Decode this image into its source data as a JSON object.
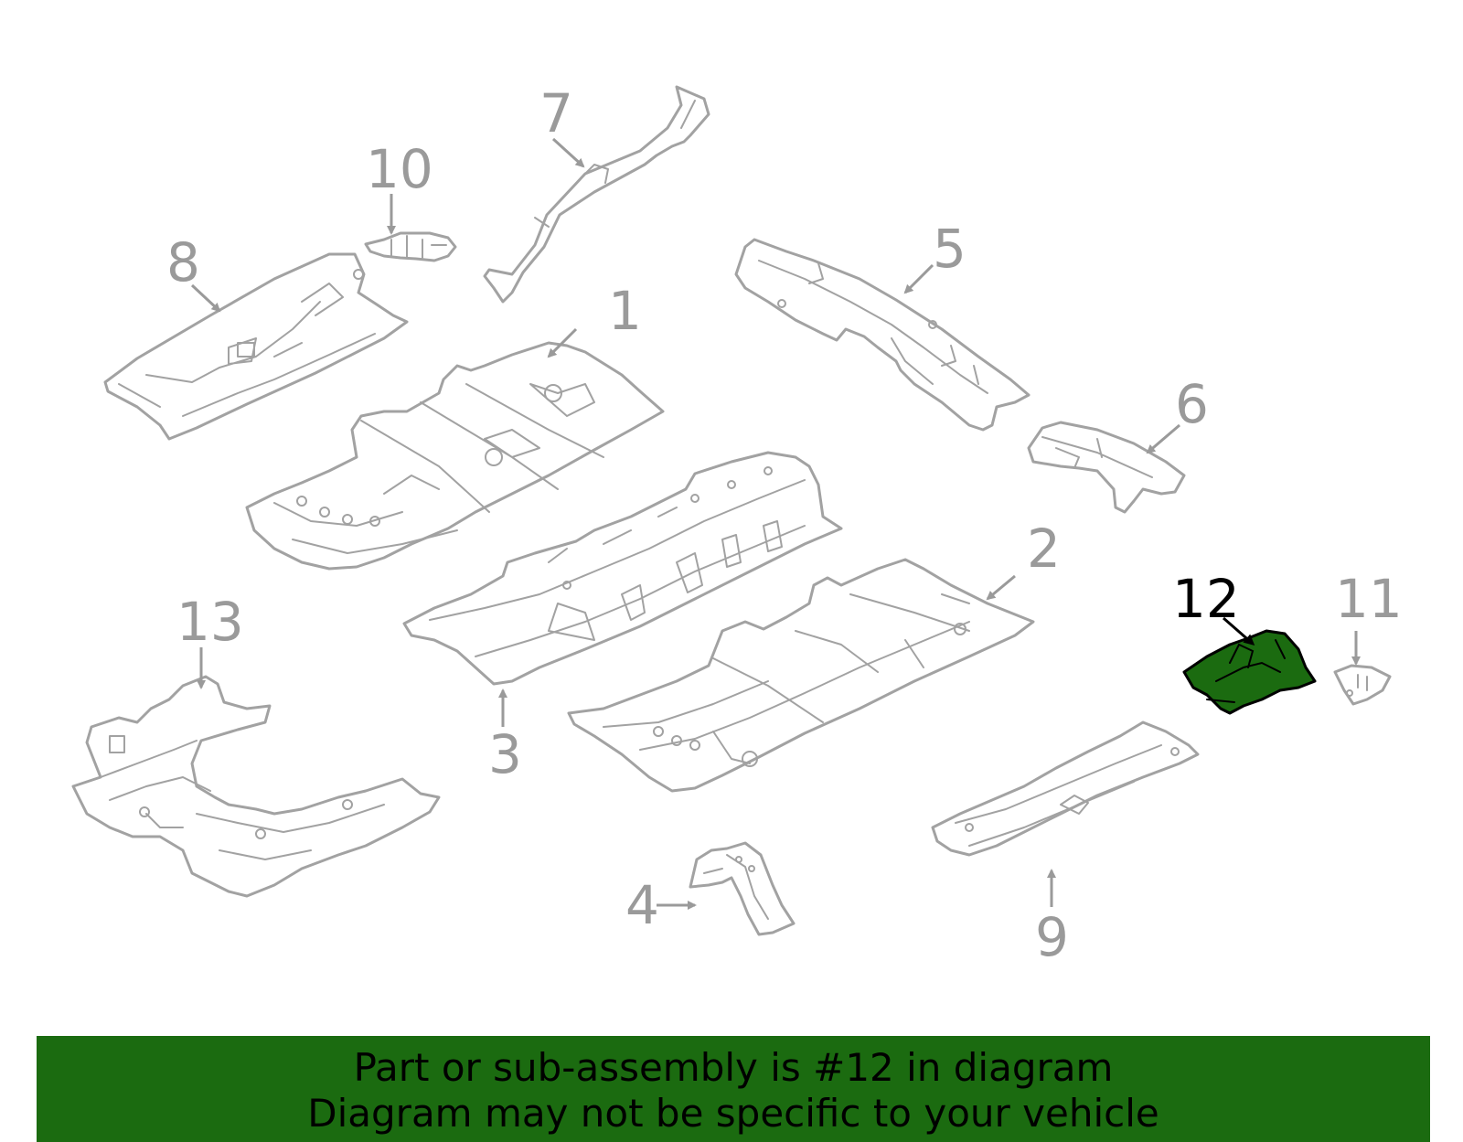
{
  "diagram": {
    "highlight_color": "#1b6b10",
    "part_outline_color": "#a2a2a2",
    "callouts": [
      {
        "id": "1",
        "label": "1"
      },
      {
        "id": "2",
        "label": "2"
      },
      {
        "id": "3",
        "label": "3"
      },
      {
        "id": "4",
        "label": "4"
      },
      {
        "id": "5",
        "label": "5"
      },
      {
        "id": "6",
        "label": "6"
      },
      {
        "id": "7",
        "label": "7"
      },
      {
        "id": "8",
        "label": "8"
      },
      {
        "id": "9",
        "label": "9"
      },
      {
        "id": "10",
        "label": "10"
      },
      {
        "id": "11",
        "label": "11"
      },
      {
        "id": "12",
        "label": "12",
        "highlighted": true
      },
      {
        "id": "13",
        "label": "13"
      }
    ]
  },
  "banner": {
    "background": "#1b6b10",
    "line1": "Part or sub-assembly is #12 in diagram",
    "line2": "Diagram may not be specific to your vehicle"
  }
}
